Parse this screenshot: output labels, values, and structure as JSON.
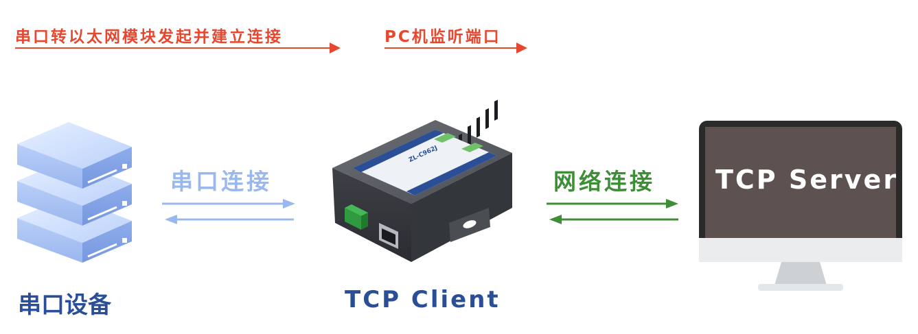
{
  "top_flow": {
    "step1": "串口转以太网模块发起并建立连接",
    "step2": "PC机监听端口"
  },
  "links": {
    "serial": "串口连接",
    "network": "网络连接"
  },
  "nodes": {
    "serial_device": "串口设备",
    "client": "TCP Client",
    "server": "TCP Server"
  },
  "device": {
    "model": "ZL-C962J"
  },
  "colors": {
    "red": "#e8472f",
    "blue_light": "#9ab8f0",
    "green": "#3e8e37",
    "navy": "#2a4f96"
  }
}
